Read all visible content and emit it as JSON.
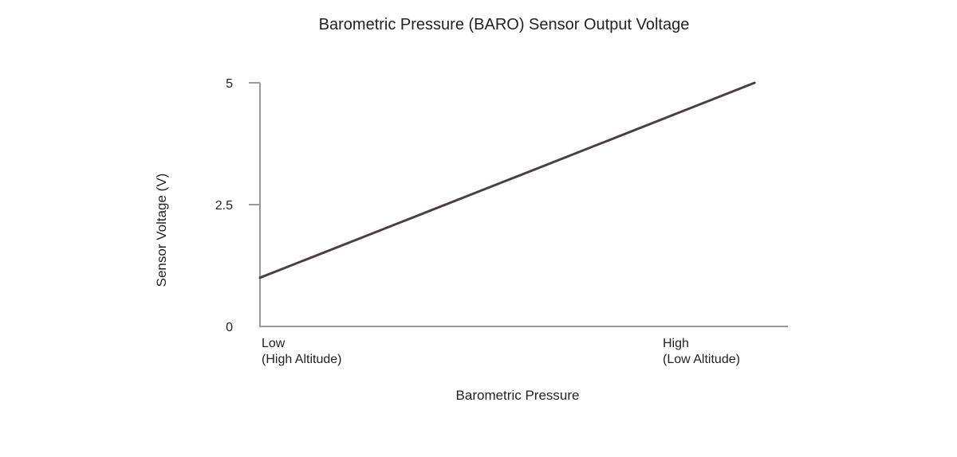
{
  "chart_data": {
    "type": "line",
    "title": "Barometric Pressure (BARO) Sensor Output Voltage",
    "xlabel": "Barometric Pressure",
    "ylabel": "Sensor Voltage (V)",
    "ylim": [
      0,
      5
    ],
    "yticks": [
      {
        "value": 0,
        "label": "0"
      },
      {
        "value": 2.5,
        "label": "2.5"
      },
      {
        "value": 5,
        "label": "5"
      }
    ],
    "x_categories": [
      {
        "position": 0,
        "line1": "Low",
        "line2": "(High Altitude)"
      },
      {
        "position": 1,
        "line1": "High",
        "line2": "(Low Altitude)"
      }
    ],
    "series": [
      {
        "color": "#4a4040",
        "points": [
          {
            "x": 0,
            "y": 1.0
          },
          {
            "x": 1.233,
            "y": 5.0
          }
        ]
      }
    ],
    "grid": false,
    "axis_color": "#9a9a9a"
  }
}
